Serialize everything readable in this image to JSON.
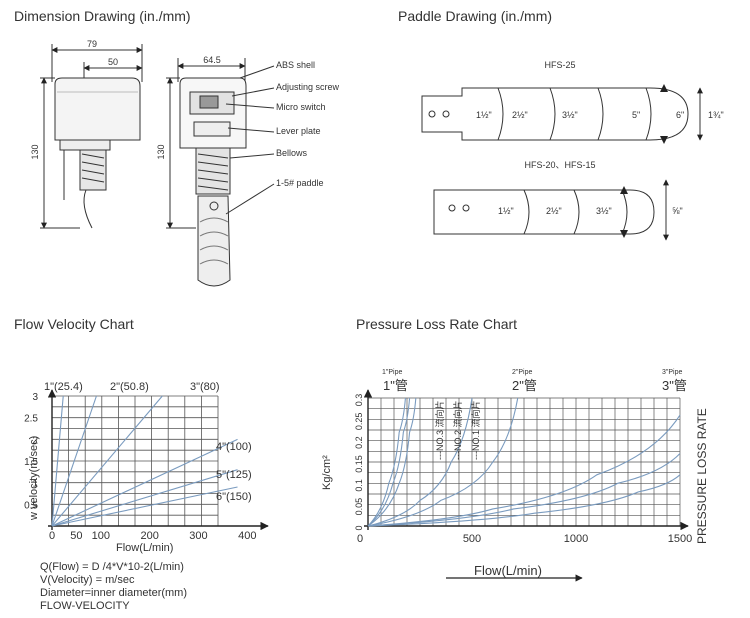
{
  "sections": {
    "dimension_title": "Dimension Drawing (in./mm)",
    "paddle_title": "Paddle Drawing (in./mm)",
    "flow_title": "Flow Velocity Chart",
    "pressure_title": "Pressure Loss Rate Chart"
  },
  "dimension": {
    "dims": {
      "width_total": "79",
      "width_body": "50",
      "height": "130",
      "width_side": "64.5",
      "height_side": "130"
    },
    "labels": [
      "ABS shell",
      "Adjusting screw",
      "Micro switch",
      "Lever plate",
      "Bellows",
      "1-5# paddle"
    ]
  },
  "paddle": {
    "top": {
      "name": "HFS-25",
      "marks": [
        "1½\"",
        "2½\"",
        "3½\"",
        "5\"",
        "6\""
      ],
      "height": "1¾\""
    },
    "bottom": {
      "name": "HFS-20、HFS-15",
      "marks": [
        "1½\"",
        "2½\"",
        "3½\""
      ],
      "height": "⅝\""
    }
  },
  "colors": {
    "grid": "#555555",
    "curve": "#7a9bbf",
    "axis": "#222222"
  },
  "chart_data": [
    {
      "type": "line",
      "title": "Flow Velocity Chart",
      "xlabel": "Flow(L/min)",
      "ylabel": "w velocity(m/sec)",
      "xlim": [
        0,
        400
      ],
      "ylim": [
        0,
        3
      ],
      "x_ticks": [
        "0",
        "50",
        "100",
        "200",
        "300",
        "400"
      ],
      "y_ticks": [
        "0.5",
        "1",
        "1.5",
        "2",
        "2.5",
        "3"
      ],
      "series": [
        {
          "name": "1\"(25.4)",
          "x": [
            0,
            23
          ],
          "y": [
            0,
            3
          ]
        },
        {
          "name": "2\"(50.8)",
          "x": [
            0,
            91
          ],
          "y": [
            0,
            3
          ]
        },
        {
          "name": "3\"(80)",
          "x": [
            0,
            226
          ],
          "y": [
            0,
            3
          ]
        },
        {
          "name": "4\"(100)",
          "x": [
            0,
            380
          ],
          "y": [
            0,
            2.0
          ]
        },
        {
          "name": "5\"(125)",
          "x": [
            0,
            380
          ],
          "y": [
            0,
            1.3
          ]
        },
        {
          "name": "6\"(150)",
          "x": [
            0,
            380
          ],
          "y": [
            0,
            0.9
          ]
        }
      ],
      "annotations": [
        "Q(Flow) = D /4*V*10-2(L/min)",
        "V(Velocity) = m/sec",
        "Diameter=inner diameter(mm)",
        "FLOW-VELOCITY"
      ]
    },
    {
      "type": "line",
      "title": "Pressure Loss Rate Chart",
      "xlabel": "Flow(L/min)",
      "ylabel": "Kg/cm²",
      "right_label": "PRESSURE LOSS RATE",
      "xlim": [
        0,
        1500
      ],
      "ylim": [
        0,
        0.3
      ],
      "x_ticks": [
        "0",
        "500",
        "1000",
        "1500"
      ],
      "y_ticks": [
        "0",
        "0.05",
        "0.1",
        "0.15",
        "0.2",
        "0.25",
        "0.3"
      ],
      "pipe_labels": [
        {
          "small": "1\"Pipe",
          "big": "1\"管"
        },
        {
          "small": "2\"Pipe",
          "big": "2\"管"
        },
        {
          "small": "3\"Pipe",
          "big": "3\"管"
        }
      ],
      "legend": [
        "---NO.3 流向片",
        "---NO.2 流向片",
        "---NO.1 流向片"
      ],
      "series": [
        {
          "name": "1\" NO.3",
          "x": [
            0,
            100,
            150,
            180
          ],
          "y": [
            0,
            0.1,
            0.22,
            0.3
          ]
        },
        {
          "name": "1\" NO.2",
          "x": [
            0,
            120,
            170,
            200
          ],
          "y": [
            0,
            0.1,
            0.22,
            0.3
          ]
        },
        {
          "name": "1\" NO.1",
          "x": [
            0,
            150,
            200,
            230
          ],
          "y": [
            0,
            0.1,
            0.22,
            0.3
          ]
        },
        {
          "name": "2\" NO.3",
          "x": [
            0,
            250,
            400,
            500
          ],
          "y": [
            0,
            0.06,
            0.15,
            0.3
          ]
        },
        {
          "name": "2\" NO.2",
          "x": [
            0,
            350,
            600,
            720
          ],
          "y": [
            0,
            0.06,
            0.15,
            0.3
          ]
        },
        {
          "name": "3\" NO.3",
          "x": [
            0,
            600,
            1100,
            1500
          ],
          "y": [
            0,
            0.04,
            0.12,
            0.26
          ]
        },
        {
          "name": "3\" NO.2",
          "x": [
            0,
            700,
            1200,
            1500
          ],
          "y": [
            0,
            0.04,
            0.1,
            0.17
          ]
        },
        {
          "name": "3\" NO.1",
          "x": [
            0,
            800,
            1300,
            1500
          ],
          "y": [
            0,
            0.03,
            0.08,
            0.12
          ]
        }
      ]
    }
  ]
}
